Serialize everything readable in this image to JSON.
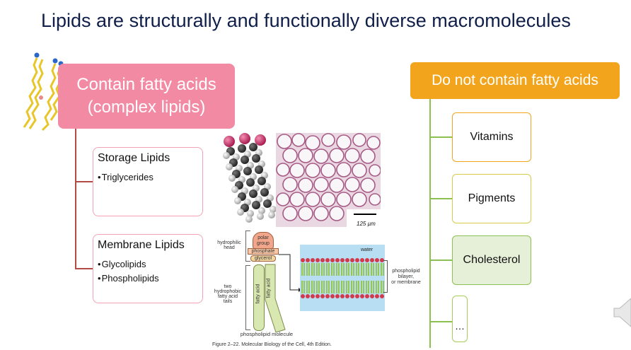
{
  "title": "Lipids are structurally and functionally diverse macromolecules",
  "left": {
    "header_line1": "Contain fatty acids",
    "header_line2": "(complex lipids)",
    "storage": {
      "title": "Storage Lipids",
      "items": [
        "Triglycerides"
      ]
    },
    "membrane": {
      "title": "Membrane Lipids",
      "items": [
        "Glycolipids",
        "Phospholipids"
      ]
    }
  },
  "right": {
    "header": "Do not contain fatty acids",
    "items": [
      "Vitamins",
      "Pigments",
      "Cholesterol",
      "…"
    ]
  },
  "figure": {
    "micrograph_scale": "125 µm",
    "hydrophilic_head": "hydrophilic\nhead",
    "polar_group": "polar\ngroup",
    "phosphate": "phosphate",
    "glycerol": "glycerol",
    "fatty_acid": "fatty acid",
    "tails_label": "two\nhydrophobic\nfatty acid\ntails",
    "water": "water",
    "bilayer_label": "phospholipid\nbilayer,\nor membrane",
    "molecule_label": "phospholipid molecule",
    "caption": "Figure 2–22. Molecular Biology of the Cell, 4th Edition."
  },
  "colors": {
    "pink": "#f38aa3",
    "orange": "#f2a51c",
    "green": "#8cc152",
    "connector_red": "#b24a46",
    "title": "#0f1f4a"
  }
}
